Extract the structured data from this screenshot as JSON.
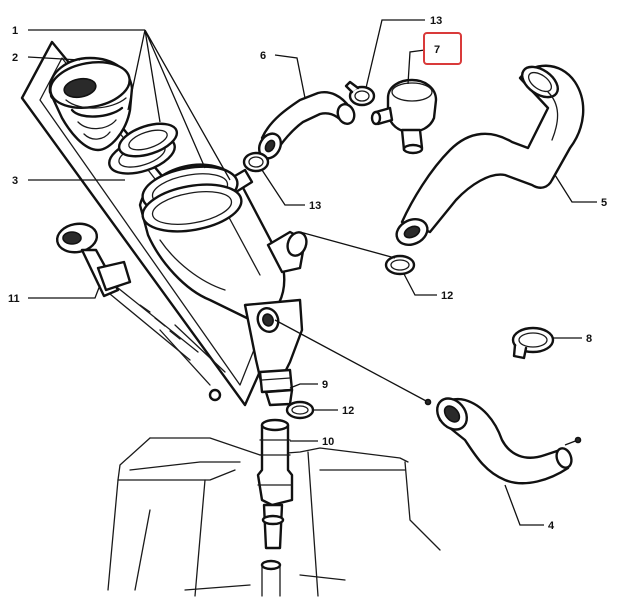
{
  "callouts": [
    {
      "id": "c1",
      "label": "1"
    },
    {
      "id": "c2",
      "label": "2"
    },
    {
      "id": "c3",
      "label": "3"
    },
    {
      "id": "c4",
      "label": "4"
    },
    {
      "id": "c5",
      "label": "5"
    },
    {
      "id": "c6",
      "label": "6"
    },
    {
      "id": "c7",
      "label": "7"
    },
    {
      "id": "c8",
      "label": "8"
    },
    {
      "id": "c9",
      "label": "9"
    },
    {
      "id": "c10",
      "label": "10"
    },
    {
      "id": "c11",
      "label": "11"
    },
    {
      "id": "c12a",
      "label": "12"
    },
    {
      "id": "c12b",
      "label": "12"
    },
    {
      "id": "c13a",
      "label": "13"
    },
    {
      "id": "c13b",
      "label": "13"
    }
  ],
  "highlight": {
    "callout": "7",
    "color": "#d93a3a"
  }
}
